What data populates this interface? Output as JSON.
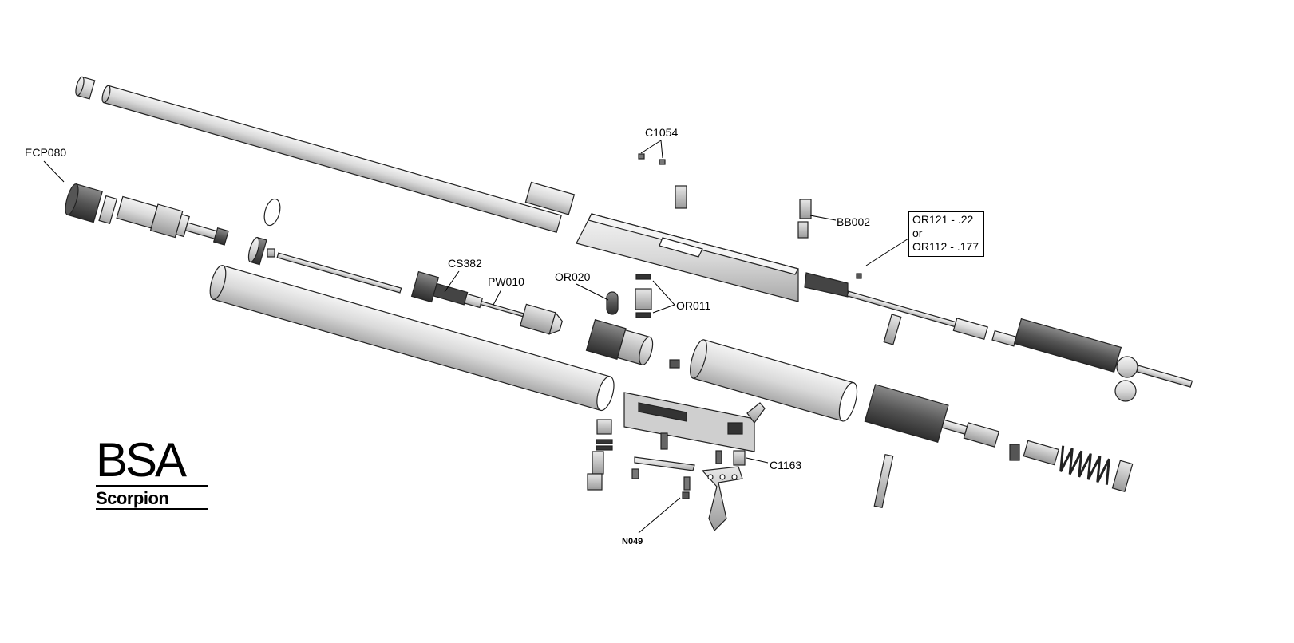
{
  "brand": {
    "name": "BSA",
    "model": "Scorpion"
  },
  "callouts": {
    "ecp080": "ECP080",
    "c1054": "C1054",
    "bb002": "BB002",
    "cs382": "CS382",
    "pw010": "PW010",
    "or020": "OR020",
    "or011": "OR011",
    "c1163": "C1163",
    "n049": "N049",
    "oring_box": {
      "line1": "OR121 - .22",
      "line2": "or",
      "line3": "OR112 - .177"
    }
  },
  "colors": {
    "line": "#222222",
    "fill_light": "#e6e6e6",
    "fill_mid": "#b8b8b8",
    "fill_dark": "#555555"
  }
}
